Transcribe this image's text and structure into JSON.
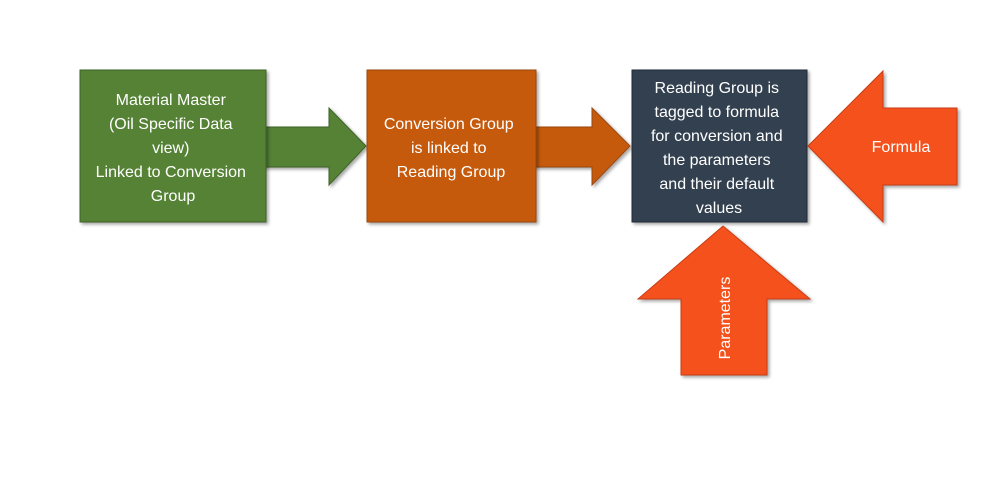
{
  "boxes": {
    "material_master": {
      "lines": [
        "Material Master",
        "(Oil Specific Data",
        "view)",
        "Linked to Conversion",
        "Group"
      ],
      "color": "#548235"
    },
    "conversion_group": {
      "lines": [
        "Conversion Group",
        "is linked to",
        "Reading Group"
      ],
      "color": "#C55A11"
    },
    "reading_group": {
      "lines": [
        "Reading Group is",
        "tagged to formula",
        "for conversion and",
        "the parameters",
        "and their default",
        "values"
      ],
      "color": "#323F4F"
    }
  },
  "inputs": {
    "formula": {
      "label": "Formula",
      "color": "#F4511E"
    },
    "parameters": {
      "label": "Parameters",
      "color": "#F4511E"
    }
  }
}
